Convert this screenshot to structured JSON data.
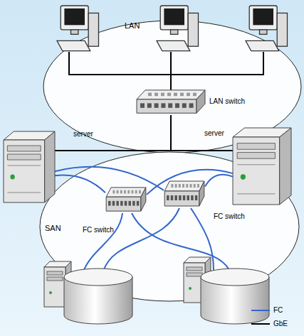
{
  "diagram": {
    "nodes": [
      {
        "text": [
          "LAN"
        ]
      },
      {
        "text": [
          "LAN switch"
        ],
        "in": 0
      },
      {
        "text": [
          "server"
        ]
      },
      {
        "text": [
          "server"
        ]
      },
      {
        "text": [
          "SAN"
        ]
      },
      {
        "text": [
          "FC switch"
        ],
        "in": 4
      },
      {
        "text": [
          "FC switch"
        ],
        "in": 4
      }
    ],
    "edges": [
      {
        "from": 1,
        "to": 2,
        "arrow": "none"
      },
      {
        "from": 1,
        "to": 3,
        "arrow": "none"
      },
      {
        "from": 2,
        "to": 5,
        "arrow": "none"
      },
      {
        "from": 2,
        "to": 6,
        "arrow": "none"
      },
      {
        "from": 3,
        "to": 5,
        "arrow": "none"
      },
      {
        "from": 3,
        "to": 6,
        "arrow": "none"
      }
    ],
    "legend": [
      {
        "text": "FC"
      },
      {
        "text": "GbE"
      }
    ]
  }
}
